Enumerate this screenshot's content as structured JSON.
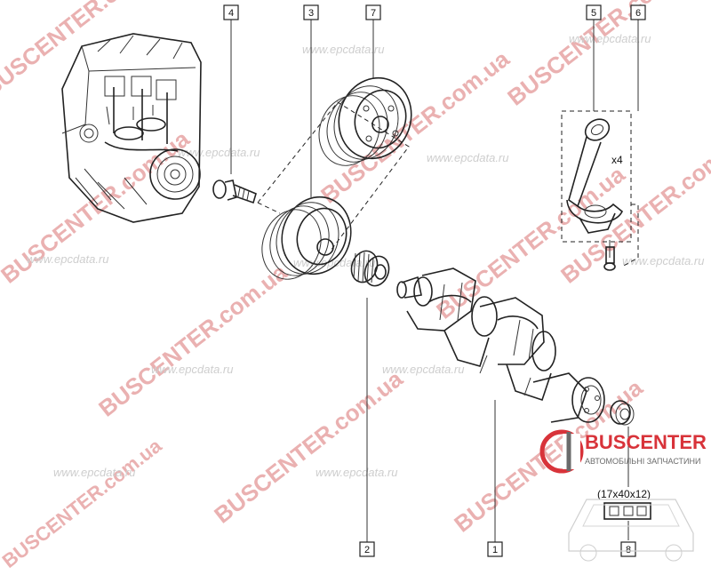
{
  "callouts": [
    {
      "id": "4"
    },
    {
      "id": "3"
    },
    {
      "id": "7"
    },
    {
      "id": "5"
    },
    {
      "id": "6"
    },
    {
      "id": "2"
    },
    {
      "id": "1"
    },
    {
      "id": "8"
    }
  ],
  "labels": {
    "qty": "x4",
    "bearing_size": "(17x40x12)"
  },
  "watermarks": {
    "red_text": "BUSCENTER.com.ua",
    "grey_text": "www.epcdata.ru"
  },
  "brand": {
    "name": "BUSCENTER",
    "tagline": "АВТОМОБІЛЬНІ ЗАПЧАСТИНИ",
    "color_red": "#d8333a",
    "color_grey": "#6b6b6b"
  }
}
